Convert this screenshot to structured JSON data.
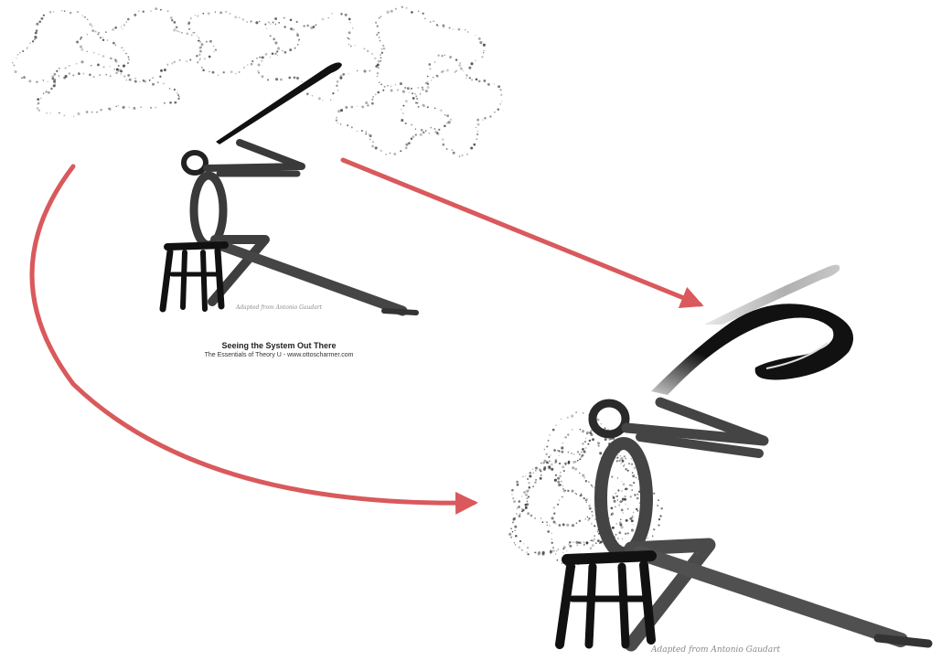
{
  "caption": {
    "title": "Seeing the System Out There",
    "subtitle": "The Essentials of Theory U - www.ottoscharmer.com"
  },
  "credit_small": "Adapted from Antonio Gaudart",
  "credit_large": "Adapted from Antonio Gaudart",
  "colors": {
    "arrow": "#d9595c",
    "figure_dark": "#1a1a1a",
    "figure_body": "#4a4a4a",
    "dots": "#555555",
    "background": "#ffffff"
  },
  "icons": [
    "thinking-figure",
    "stool",
    "curved-arrow",
    "straight-arrow",
    "dotted-cloud",
    "swirl-thought"
  ]
}
